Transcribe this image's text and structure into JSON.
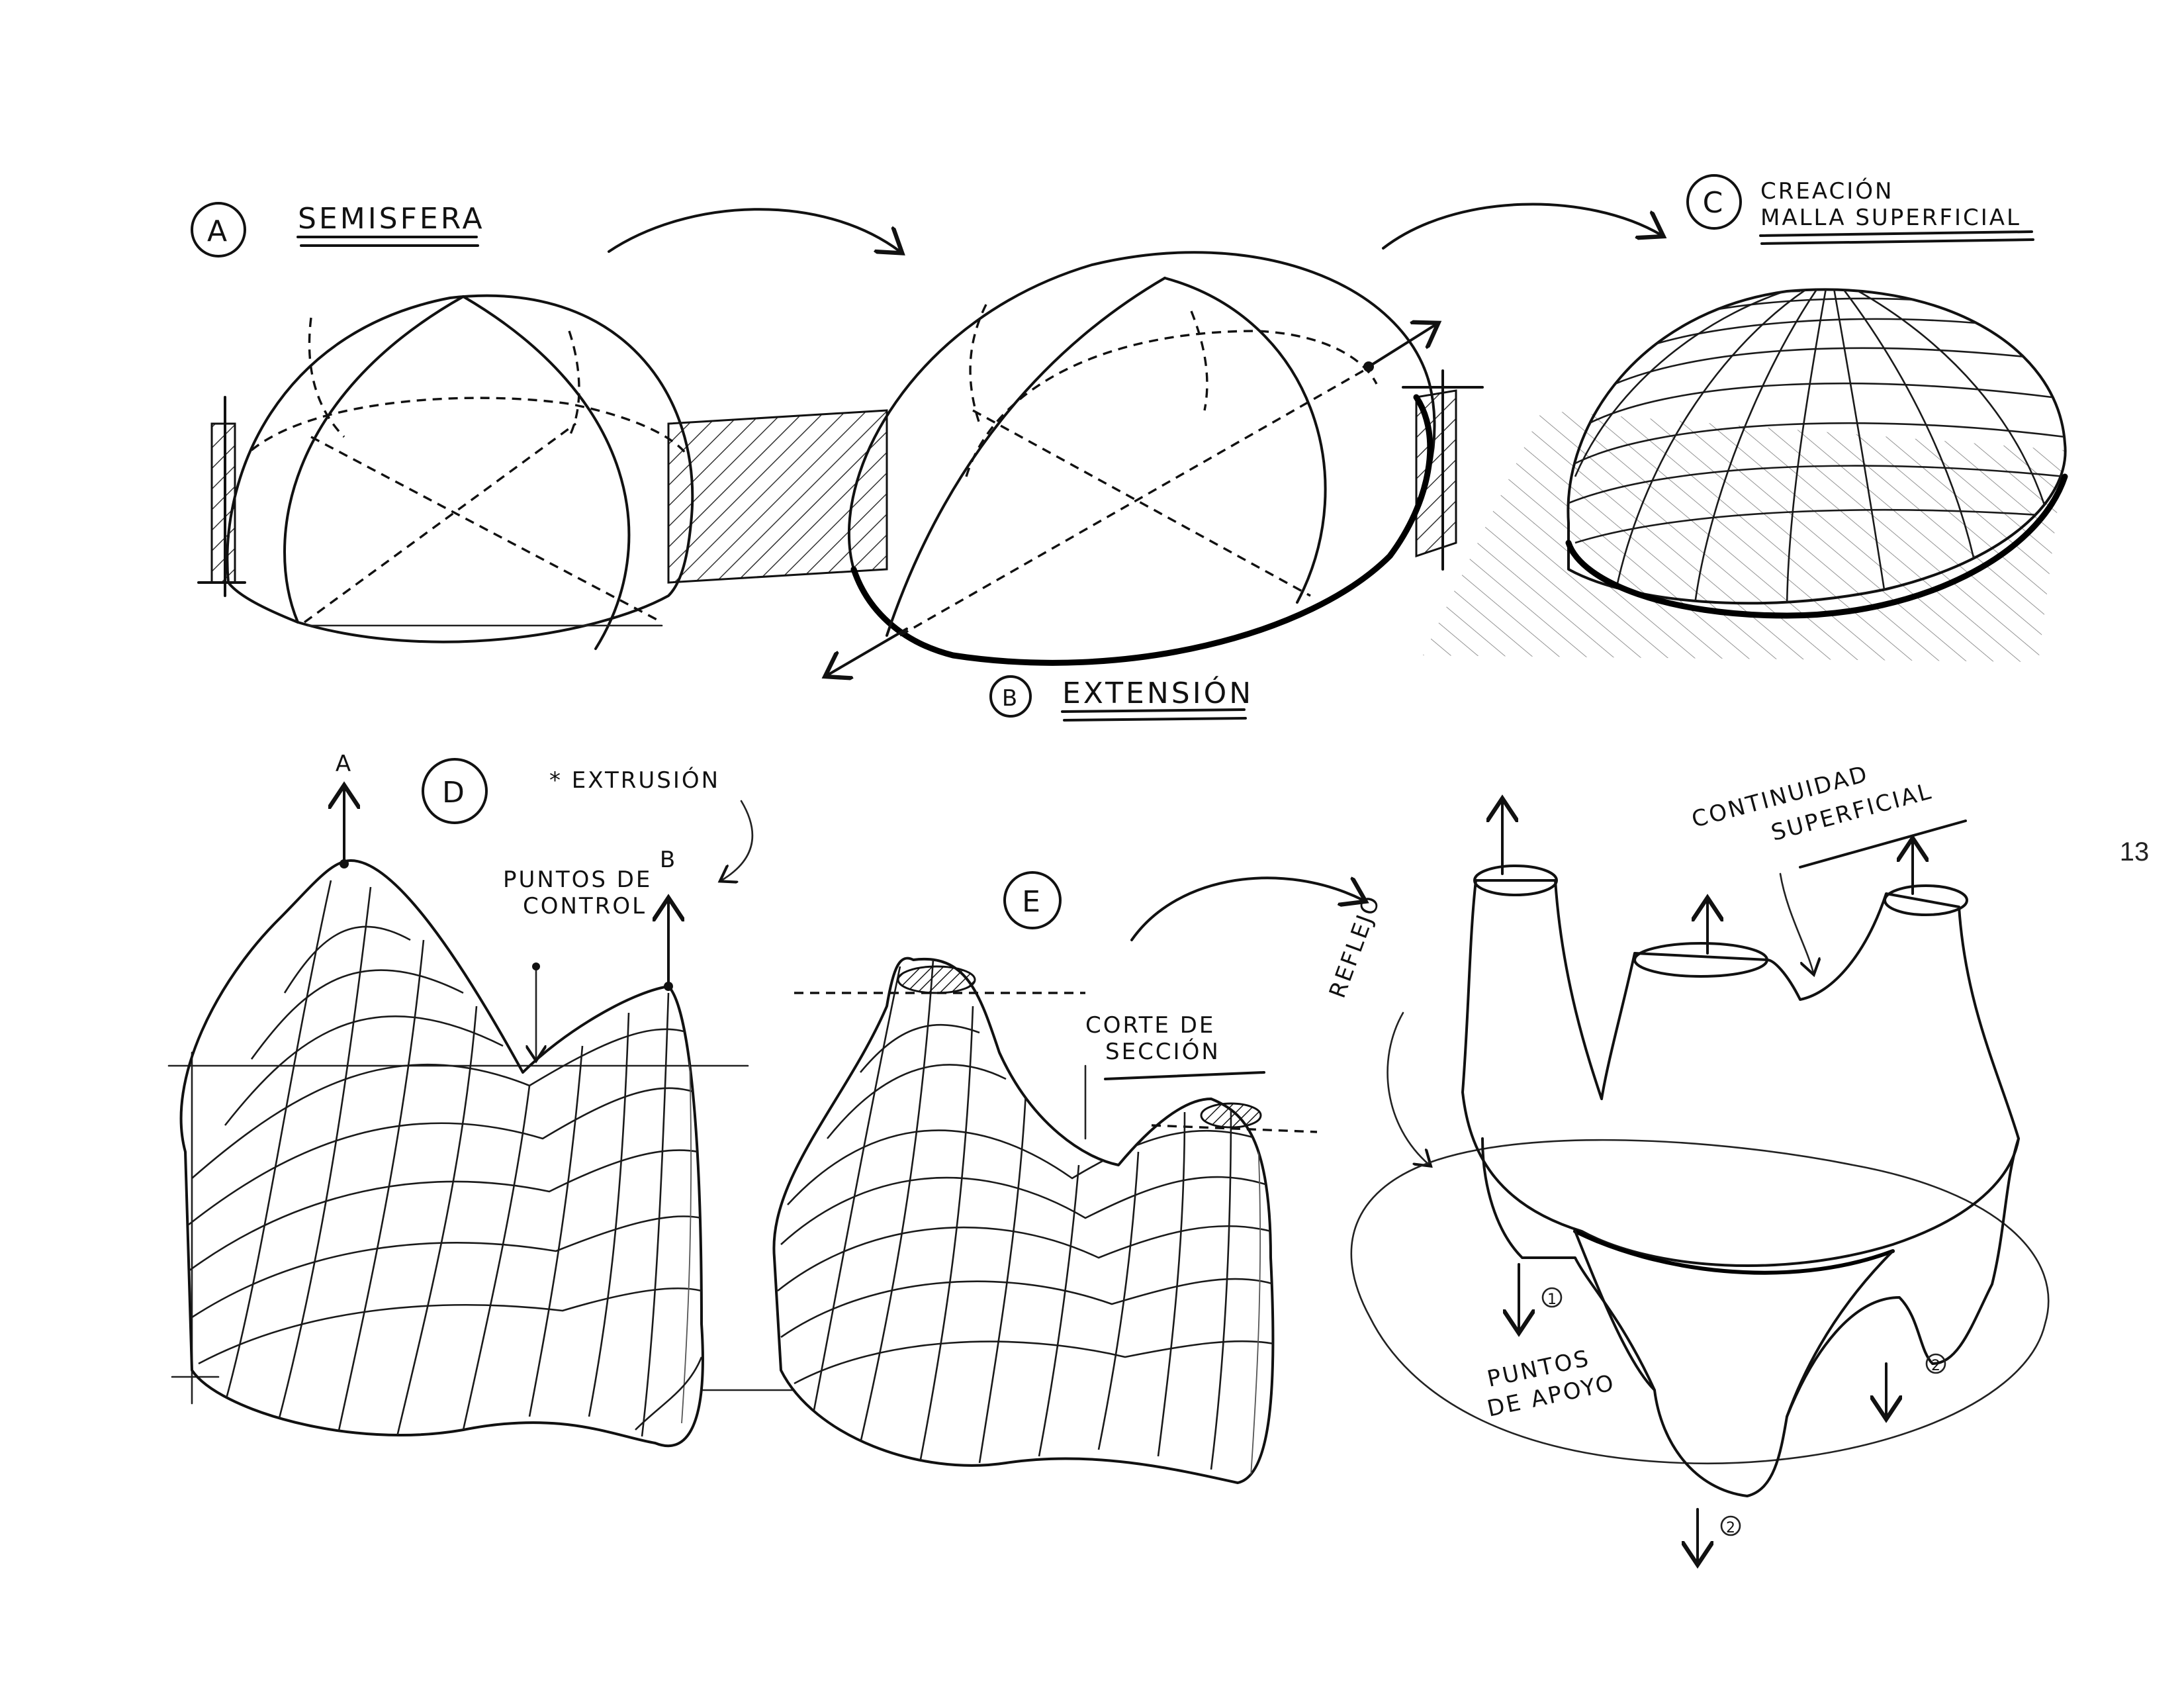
{
  "page_number": "13",
  "steps": {
    "a": {
      "letter": "A",
      "label": "SEMISFERA"
    },
    "b": {
      "letter": "B",
      "label": "EXTENSIÓN"
    },
    "c": {
      "letter": "C",
      "label_line1": "CREACIÓN",
      "label_line2": "MALLA SUPERFICIAL"
    },
    "d": {
      "letter": "D",
      "note": "* EXTRUSIÓN",
      "control_points_line1": "PUNTOS DE",
      "control_points_line2": "CONTROL",
      "point_a": "A",
      "point_b": "B"
    },
    "e": {
      "letter": "E",
      "section_line1": "CORTE DE",
      "section_line2": "SECCIÓN"
    },
    "f": {
      "reflection": "REFLEJO",
      "continuity_line1": "CONTINUIDAD",
      "continuity_line2": "SUPERFICIAL",
      "supports_line1": "PUNTOS",
      "supports_line2": "DE APOYO",
      "support_1": "1",
      "support_2": "2",
      "support_3": "2"
    }
  },
  "colors": {
    "ink": "#111111",
    "paper": "#ffffff",
    "hatch": "#333333"
  }
}
